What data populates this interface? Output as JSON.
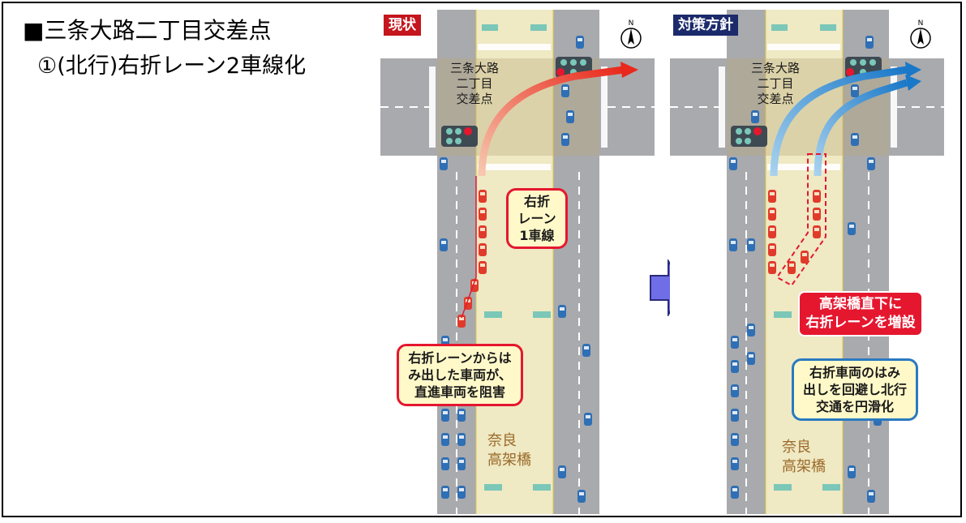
{
  "title": "■三条大路二丁目交差点",
  "subtitle": "①(北行)右折レーン2車線化",
  "left_panel": {
    "badge": "現状",
    "intersection_label": [
      "三条大路",
      "二丁目",
      "交差点"
    ],
    "callout_lane": [
      "右折",
      "レーン",
      "1車線"
    ],
    "callout_problem": [
      "右折レーンからは",
      "み出した車両が、",
      "直進車両を阻害"
    ],
    "viaduct_label": [
      "奈良",
      "高架橋"
    ]
  },
  "right_panel": {
    "badge": "対策方針",
    "intersection_label": [
      "三条大路",
      "二丁目",
      "交差点"
    ],
    "callout_add": [
      "高架橋直下に",
      "右折レーンを増設"
    ],
    "callout_effect": [
      "右折車両のはみ",
      "出しを回避し北行",
      "交通を円滑化"
    ],
    "viaduct_label": [
      "奈良",
      "高架橋"
    ]
  },
  "icons": {
    "compass": "north-compass-icon",
    "arrow": "right-arrow-icon"
  },
  "colors": {
    "red_accent": "#e5172f",
    "blue_accent": "#2a7ac0",
    "road": "#a9aaad",
    "viaduct": "#fbf4c8",
    "badge_red": "#c4161c",
    "badge_blue": "#1b2a6b"
  }
}
